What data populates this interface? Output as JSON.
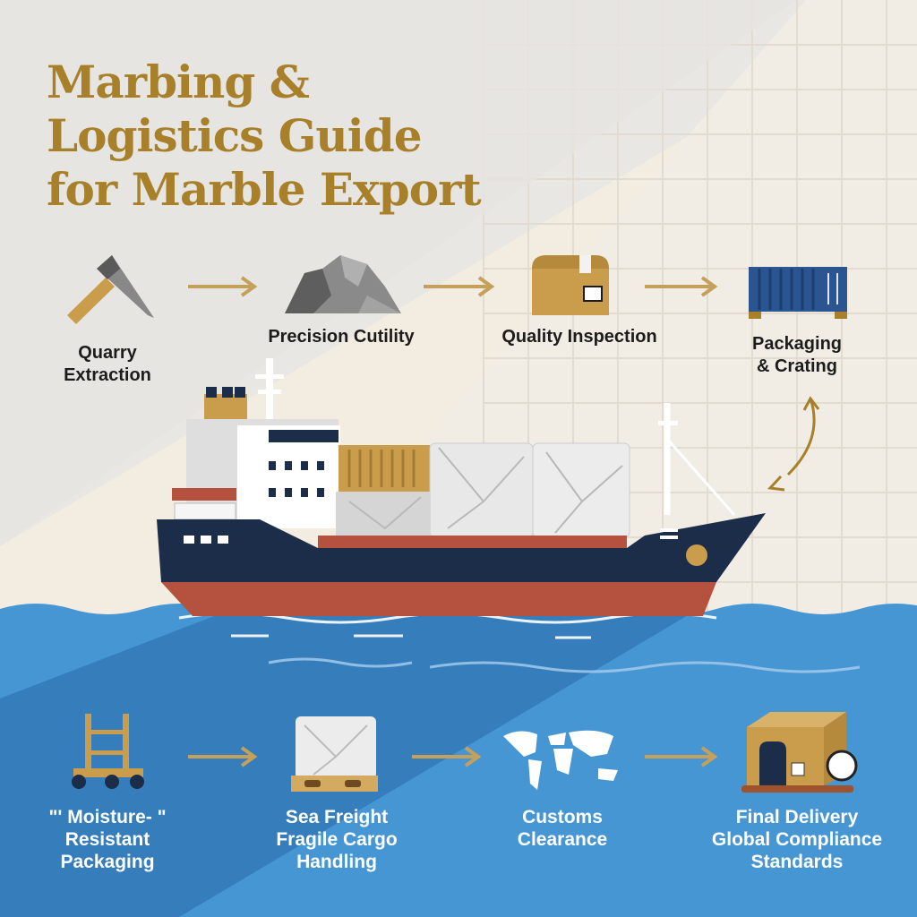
{
  "title": {
    "line1": "Marbing &",
    "line2": "Logistics Guide",
    "line3": "for Marble Export"
  },
  "top_steps": [
    {
      "lines": [
        "Quarry",
        "Extraction"
      ],
      "icon": "pickaxe-icon"
    },
    {
      "lines": [
        "Precision Cutility"
      ],
      "icon": "stone-icon"
    },
    {
      "lines": [
        "Quality Inspection"
      ],
      "icon": "box-icon"
    },
    {
      "lines": [
        "Packaging",
        "& Crating"
      ],
      "icon": "container-icon"
    }
  ],
  "bottom_steps": [
    {
      "lines": [
        "\"' Moisture- \"",
        "Resistant",
        "Packaging"
      ],
      "icon": "hand-truck-icon"
    },
    {
      "lines": [
        "Sea Freight",
        "Fragile Cargo",
        "Handling"
      ],
      "icon": "marble-crate-icon"
    },
    {
      "lines": [
        "Customs",
        "Clearance"
      ],
      "icon": "world-map-icon"
    },
    {
      "lines": [
        "Final Delivery",
        "Global Compliance",
        "Standards"
      ],
      "icon": "warehouse-icon"
    }
  ],
  "colors": {
    "gold": "#a8802a",
    "navy": "#1c2d4a",
    "sea": "#3f8fcf",
    "hull_red": "#b5523f"
  }
}
